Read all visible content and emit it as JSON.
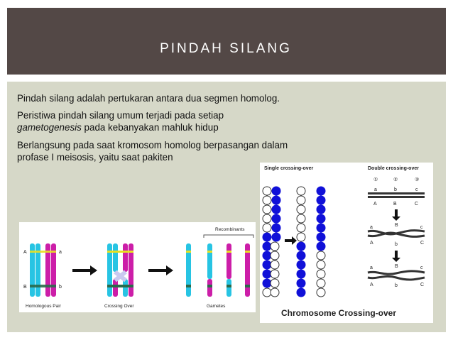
{
  "slide": {
    "title": "PINDAH SILANG",
    "bullets": {
      "b1": "Pindah silang adalah pertukaran antara dua segmen homolog.",
      "b2_line1": "Peristiwa pindah silang umum terjadi pada setiap",
      "b2_line2_italic": "gametogenesis",
      "b2_line2_rest": " pada kebanyakan mahluk hidup",
      "b3_line1": "Berlangsung pada saat kromosom homolog berpasangan dalam",
      "b3_line2": "profase  I meisosis, yaitu saat pakiten"
    }
  },
  "figure_left": {
    "recombinants_label": "Recombinants",
    "labels": [
      "Homologous Pair",
      "Crossing Over",
      "Gametes"
    ],
    "locus_A": "A",
    "locus_a": "a",
    "locus_B": "B",
    "locus_b": "b"
  },
  "figure_right": {
    "single_label": "Single crossing-over",
    "double_label": "Double crossing-over",
    "caption": "Chromosome Crossing-over",
    "nums": [
      "①",
      "②",
      "③"
    ],
    "letters_top": [
      "A",
      "B",
      "C"
    ],
    "letters_mid_top": [
      "a",
      "B",
      "c"
    ],
    "letters_mid_bot": [
      "A",
      "b",
      "C"
    ],
    "letters_bot_top": [
      "a",
      "B",
      "c"
    ],
    "letters_bot_bot": [
      "A",
      "b",
      "C"
    ],
    "letters_small": [
      "a",
      "b",
      "c"
    ]
  },
  "colors": {
    "header": "#534846",
    "panel": "#d6d8c8",
    "cyan": "#27c4e3",
    "magenta": "#cc1ea8",
    "blue": "#1010d8"
  }
}
